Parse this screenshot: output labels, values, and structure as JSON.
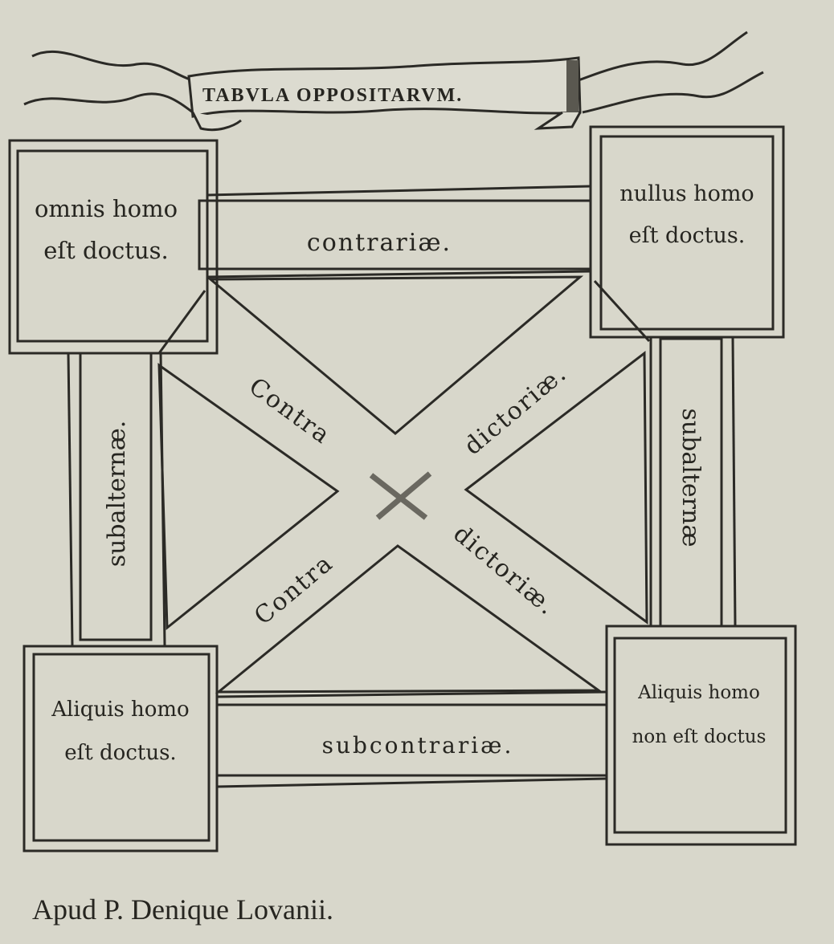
{
  "banner": {
    "title": "TABVLA OPPOSITARVM."
  },
  "corners": {
    "top_left": {
      "line1": "omnis homo",
      "line2": "eſt doctus."
    },
    "top_right": {
      "line1": "nullus homo",
      "line2": "eſt doctus."
    },
    "bottom_left": {
      "line1": "Aliquis homo",
      "line2": "eſt doctus."
    },
    "bottom_right": {
      "line1": "Aliquis homo",
      "line2": "non eſt doctus"
    }
  },
  "relations": {
    "top": "contrariæ.",
    "bottom": "subcontrariæ.",
    "left": "subalternæ.",
    "right": "subalternæ",
    "diag_upper_left": "Contra",
    "diag_upper_right": "dictoriæ.",
    "diag_lower_left": "Contra",
    "diag_lower_right": "dictoriæ."
  },
  "footer": {
    "imprint": "Apud P. Denique Lovanii."
  }
}
